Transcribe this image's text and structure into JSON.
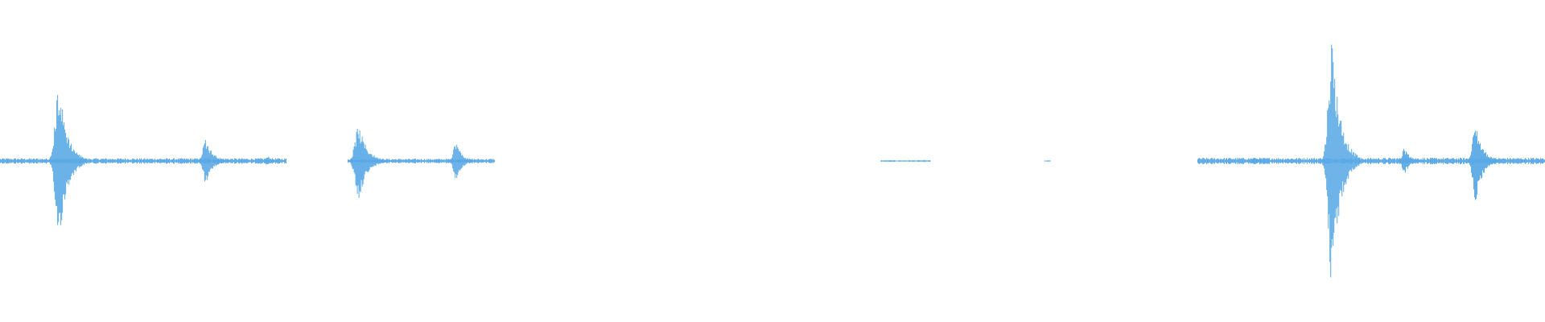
{
  "waveform": {
    "color": "#5aa9e6",
    "background": "#ffffff",
    "duration_fraction_axis": [
      0,
      1
    ],
    "amplitude_axis": [
      -1,
      1
    ],
    "segments": [
      {
        "start": 0.0,
        "end": 0.185,
        "noise": 0.012
      },
      {
        "start": 0.225,
        "end": 0.32,
        "noise": 0.01
      },
      {
        "start": 0.57,
        "end": 0.602,
        "noise": 0.004
      },
      {
        "start": 0.676,
        "end": 0.68,
        "noise": 0.003
      },
      {
        "start": 0.775,
        "end": 1.0,
        "noise": 0.014
      }
    ],
    "bursts": [
      {
        "center": 0.038,
        "width": 0.006,
        "peak_top": 0.41,
        "peak_bottom": 0.42
      },
      {
        "center": 0.133,
        "width": 0.005,
        "peak_top": 0.12,
        "peak_bottom": 0.12
      },
      {
        "center": 0.173,
        "width": 0.003,
        "peak_top": 0.03,
        "peak_bottom": 0.03
      },
      {
        "center": 0.232,
        "width": 0.006,
        "peak_top": 0.19,
        "peak_bottom": 0.2
      },
      {
        "center": 0.295,
        "width": 0.004,
        "peak_top": 0.11,
        "peak_bottom": 0.11
      },
      {
        "center": 0.812,
        "width": 0.004,
        "peak_top": 0.02,
        "peak_bottom": 0.02
      },
      {
        "center": 0.862,
        "width": 0.006,
        "peak_top": 0.65,
        "peak_bottom": 0.66
      },
      {
        "center": 0.909,
        "width": 0.004,
        "peak_top": 0.07,
        "peak_bottom": 0.07
      },
      {
        "center": 0.955,
        "width": 0.005,
        "peak_top": 0.2,
        "peak_bottom": 0.21
      }
    ]
  }
}
